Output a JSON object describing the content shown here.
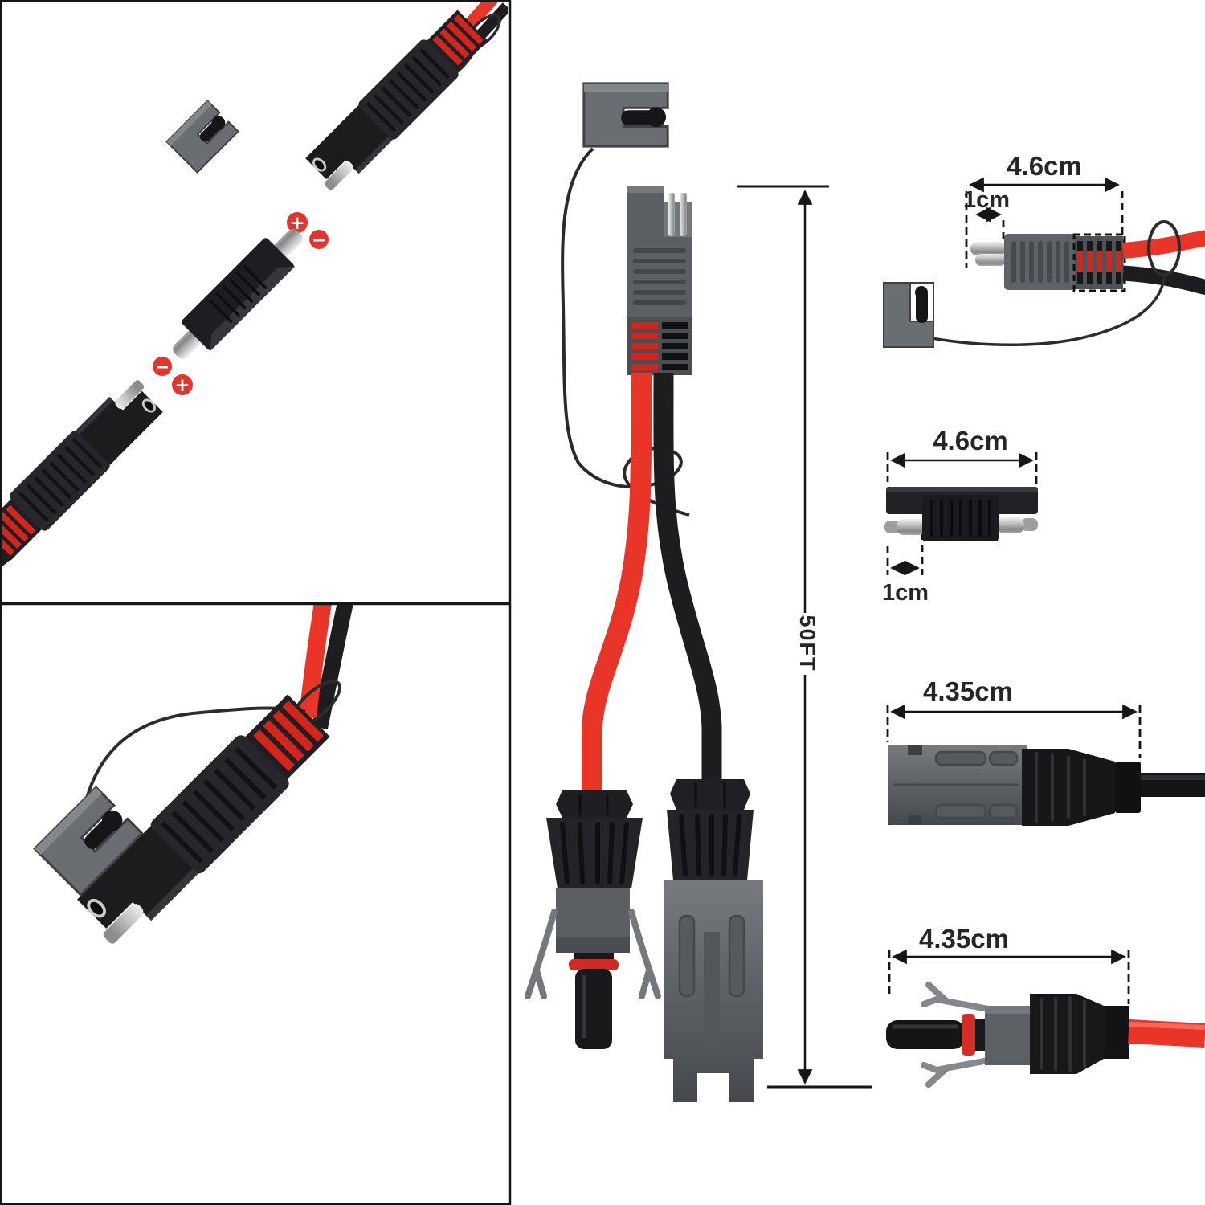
{
  "image_type": "product-dimension-diagram",
  "colors": {
    "background": "#ffffff",
    "frame": "#151515",
    "dimension_lines": "#1a1a1a",
    "dimension_text": "#262626",
    "cable_red": "#e93428",
    "cable_black": "#1d1d20",
    "connector_black": "#1f1f23",
    "connector_gray": "#5f6266",
    "metal": "#c9cacc",
    "polarity_badge": "#e5342c"
  },
  "left_top_panel": {
    "polarity_markers": [
      {
        "icon": "plus-circle-icon",
        "symbol": "+"
      },
      {
        "icon": "minus-circle-icon",
        "symbol": "−"
      },
      {
        "icon": "minus-circle-icon",
        "symbol": "−"
      },
      {
        "icon": "plus-circle-icon",
        "symbol": "+"
      }
    ]
  },
  "center_panel": {
    "cable_length_label": "50FT"
  },
  "right_details": {
    "sae_connector_with_cap": {
      "overall_width_label": "4.6cm",
      "terminal_length_label": "1cm"
    },
    "sae_to_sae_adapter": {
      "overall_width_label": "4.6cm",
      "terminal_length_label": "1cm"
    },
    "mc4_female_connector": {
      "overall_width_label": "4.35cm"
    },
    "mc4_male_connector": {
      "overall_width_label": "4.35cm"
    }
  }
}
